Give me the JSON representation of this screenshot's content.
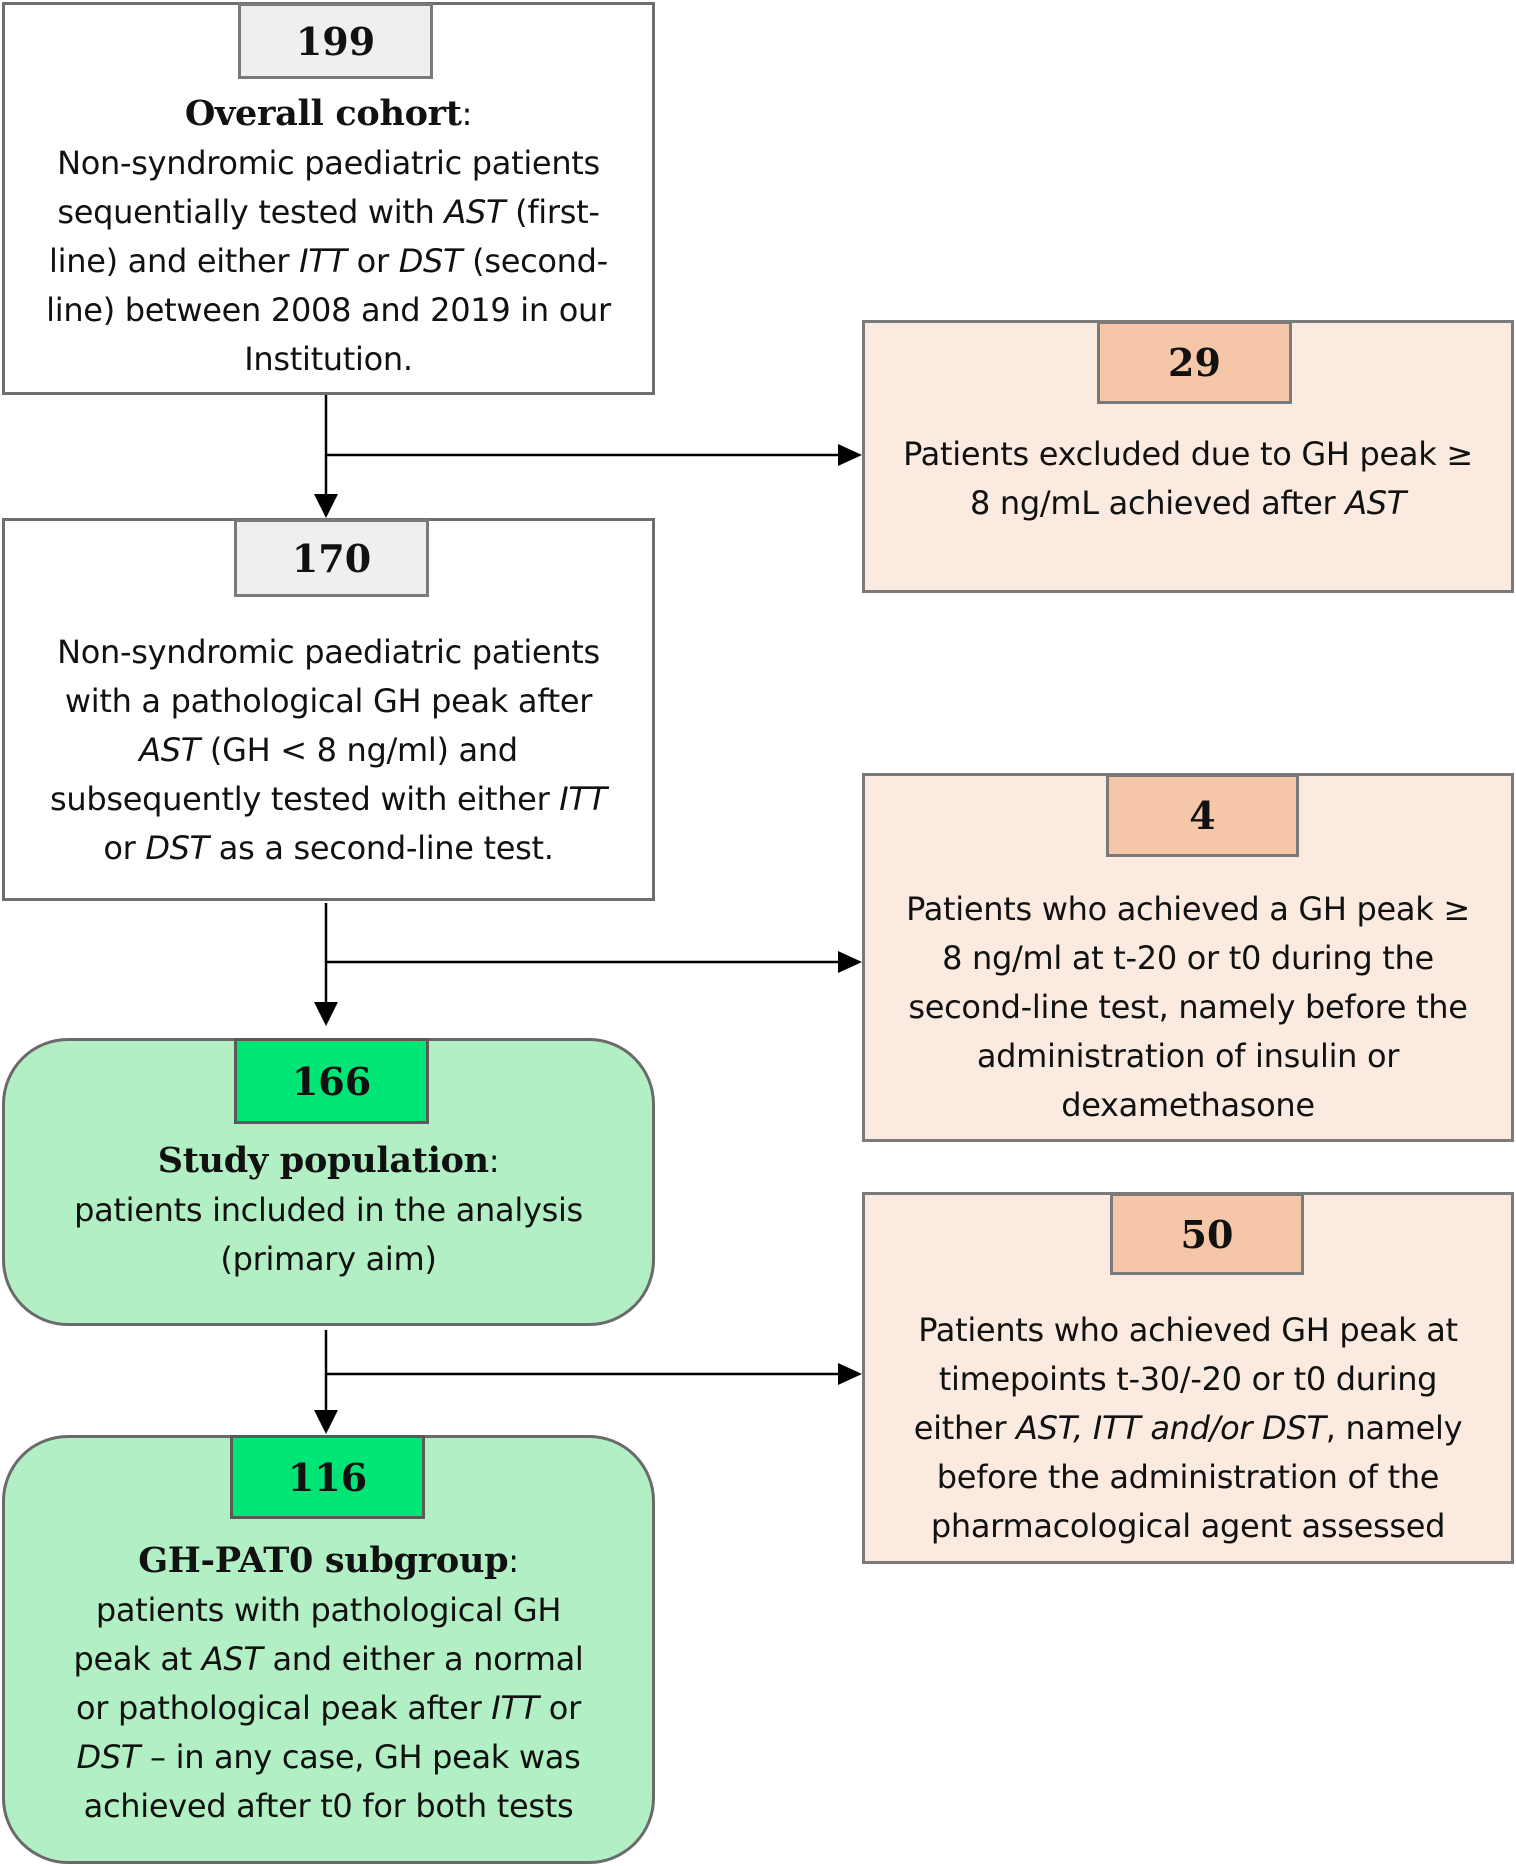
{
  "boxes": {
    "overall": {
      "count": "199",
      "heading": "Overall cohort",
      "heading_suffix": ":",
      "lines": [
        [
          "Non-syndromic paediatric patients"
        ],
        [
          "sequentially tested with ",
          {
            "i": "AST"
          },
          " (first-"
        ],
        [
          "line) and either ",
          {
            "i": "ITT"
          },
          " or ",
          {
            "i": "DST"
          },
          " (second-"
        ],
        [
          "line) between 2008 and 2019 in our"
        ],
        [
          "Institution."
        ]
      ]
    },
    "excluded_ast": {
      "count": "29",
      "lines": [
        [
          "Patients excluded due to GH peak ≥"
        ],
        [
          "8 ng/mL achieved after ",
          {
            "i": "AST"
          }
        ]
      ]
    },
    "pathological": {
      "count": "170",
      "lines": [
        [
          "Non-syndromic paediatric patients"
        ],
        [
          "with a pathological GH peak after"
        ],
        [
          {
            "i": "AST"
          },
          " (GH < 8 ng/ml) and"
        ],
        [
          "subsequently tested with either ",
          {
            "i": "ITT"
          }
        ],
        [
          "or ",
          {
            "i": "DST"
          },
          " as a second-line test."
        ]
      ]
    },
    "excluded_early": {
      "count": "4",
      "lines": [
        [
          "Patients who achieved a GH peak ≥"
        ],
        [
          "8 ng/ml at t-20 or t0 during the"
        ],
        [
          "second-line test, namely before the"
        ],
        [
          "administration of insulin or"
        ],
        [
          "dexamethasone"
        ]
      ]
    },
    "study_population": {
      "count": "166",
      "heading": "Study population",
      "heading_suffix": ":",
      "lines": [
        [
          "patients included in the analysis"
        ],
        [
          "(primary aim)"
        ]
      ]
    },
    "excluded_timepoints": {
      "count": "50",
      "lines": [
        [
          "Patients who achieved GH peak at"
        ],
        [
          "timepoints t-30/-20 or t0 during"
        ],
        [
          "either ",
          {
            "i": "AST, ITT and/or DST"
          },
          ", namely"
        ],
        [
          "before the administration of the"
        ],
        [
          "pharmacological agent assessed"
        ]
      ]
    },
    "subgroup": {
      "count": "116",
      "heading": "GH-PAT0 subgroup",
      "heading_suffix": ":",
      "lines": [
        [
          "patients with pathological GH"
        ],
        [
          "peak at ",
          {
            "i": "AST"
          },
          " and either a normal"
        ],
        [
          "or pathological peak after ",
          {
            "i": "ITT"
          },
          " or"
        ],
        [
          {
            "i": "DST"
          },
          " – in any case, GH peak was"
        ],
        [
          "achieved after t0 for both tests"
        ]
      ]
    }
  }
}
